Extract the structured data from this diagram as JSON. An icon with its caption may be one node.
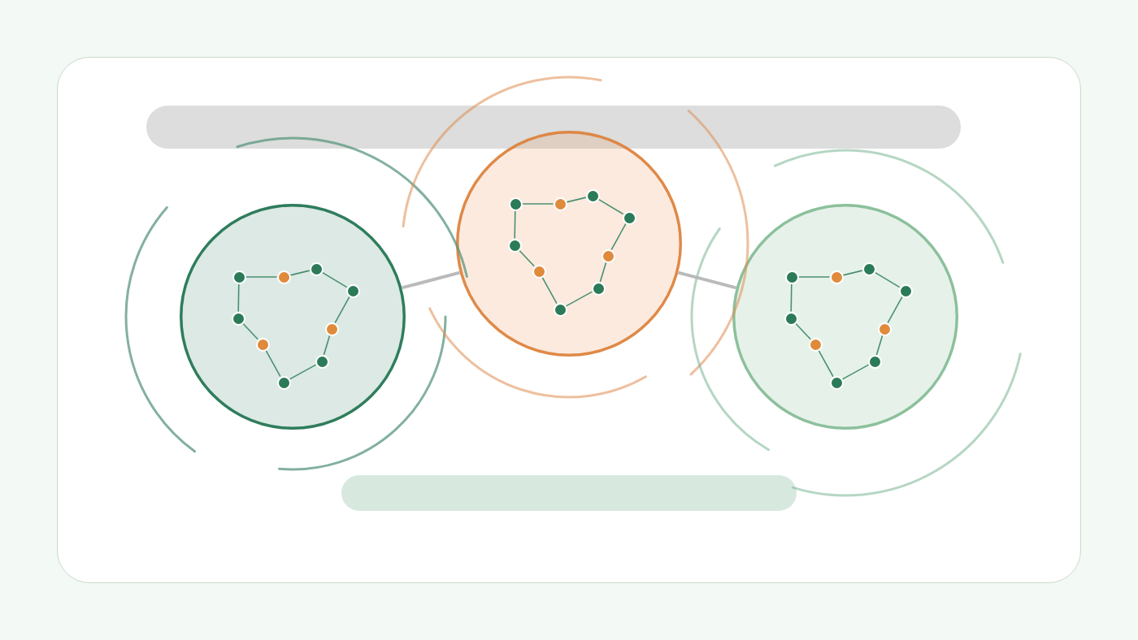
{
  "diagram": {
    "nodes": [
      {
        "text": [],
        "shape": "circle"
      },
      {
        "text": [],
        "shape": "circle",
        "in": 0
      },
      {
        "text": [],
        "shape": "circle",
        "in": 0
      },
      {
        "text": [],
        "shape": "circle",
        "in": 0
      },
      {
        "text": [],
        "shape": "circle",
        "in": 0
      },
      {
        "text": [],
        "shape": "circle",
        "in": 0
      },
      {
        "text": [],
        "shape": "circle",
        "in": 0
      },
      {
        "text": [],
        "shape": "circle",
        "in": 0
      },
      {
        "text": [],
        "shape": "circle",
        "in": 0
      },
      {
        "text": [],
        "shape": "circle",
        "in": 0
      },
      {
        "text": [],
        "shape": "circle"
      },
      {
        "text": [],
        "shape": "circle",
        "in": 10
      },
      {
        "text": [],
        "shape": "circle",
        "in": 10
      },
      {
        "text": [],
        "shape": "circle",
        "in": 10
      },
      {
        "text": [],
        "shape": "circle",
        "in": 10
      },
      {
        "text": [],
        "shape": "circle",
        "in": 10
      },
      {
        "text": [],
        "shape": "circle",
        "in": 10
      },
      {
        "text": [],
        "shape": "circle",
        "in": 10
      },
      {
        "text": [],
        "shape": "circle",
        "in": 10
      },
      {
        "text": [],
        "shape": "circle",
        "in": 10
      },
      {
        "text": [],
        "shape": "circle"
      },
      {
        "text": [],
        "shape": "circle",
        "in": 20
      },
      {
        "text": [],
        "shape": "circle",
        "in": 20
      },
      {
        "text": [],
        "shape": "circle",
        "in": 20
      },
      {
        "text": [],
        "shape": "circle",
        "in": 20
      },
      {
        "text": [],
        "shape": "circle",
        "in": 20
      },
      {
        "text": [],
        "shape": "circle",
        "in": 20
      },
      {
        "text": [],
        "shape": "circle",
        "in": 20
      },
      {
        "text": [],
        "shape": "circle",
        "in": 20
      },
      {
        "text": [],
        "shape": "circle",
        "in": 20
      }
    ],
    "edges": [
      {
        "from": 0,
        "to": 10,
        "arrow": "none",
        "style": "thick",
        "color": "#b3b3b3"
      },
      {
        "from": 10,
        "to": 20,
        "arrow": "none",
        "style": "thick",
        "color": "#b3b3b3"
      },
      {
        "from": 1,
        "to": 2,
        "arrow": "none"
      },
      {
        "from": 2,
        "to": 3,
        "arrow": "none"
      },
      {
        "from": 3,
        "to": 4,
        "arrow": "none"
      },
      {
        "from": 4,
        "to": 5,
        "arrow": "none"
      },
      {
        "from": 5,
        "to": 6,
        "arrow": "none"
      },
      {
        "from": 6,
        "to": 7,
        "arrow": "none"
      },
      {
        "from": 7,
        "to": 8,
        "arrow": "none"
      },
      {
        "from": 8,
        "to": 9,
        "arrow": "none"
      },
      {
        "from": 9,
        "to": 1,
        "arrow": "none"
      },
      {
        "from": 11,
        "to": 12,
        "arrow": "none"
      },
      {
        "from": 12,
        "to": 13,
        "arrow": "none"
      },
      {
        "from": 13,
        "to": 14,
        "arrow": "none"
      },
      {
        "from": 14,
        "to": 15,
        "arrow": "none"
      },
      {
        "from": 15,
        "to": 16,
        "arrow": "none"
      },
      {
        "from": 16,
        "to": 17,
        "arrow": "none"
      },
      {
        "from": 17,
        "to": 18,
        "arrow": "none"
      },
      {
        "from": 18,
        "to": 19,
        "arrow": "none"
      },
      {
        "from": 19,
        "to": 11,
        "arrow": "none"
      },
      {
        "from": 21,
        "to": 22,
        "arrow": "none"
      },
      {
        "from": 22,
        "to": 23,
        "arrow": "none"
      },
      {
        "from": 23,
        "to": 24,
        "arrow": "none"
      },
      {
        "from": 24,
        "to": 25,
        "arrow": "none"
      },
      {
        "from": 25,
        "to": 26,
        "arrow": "none"
      },
      {
        "from": 26,
        "to": 27,
        "arrow": "none"
      },
      {
        "from": 27,
        "to": 28,
        "arrow": "none"
      },
      {
        "from": 28,
        "to": 29,
        "arrow": "none"
      },
      {
        "from": 29,
        "to": 21,
        "arrow": "none"
      }
    ]
  }
}
